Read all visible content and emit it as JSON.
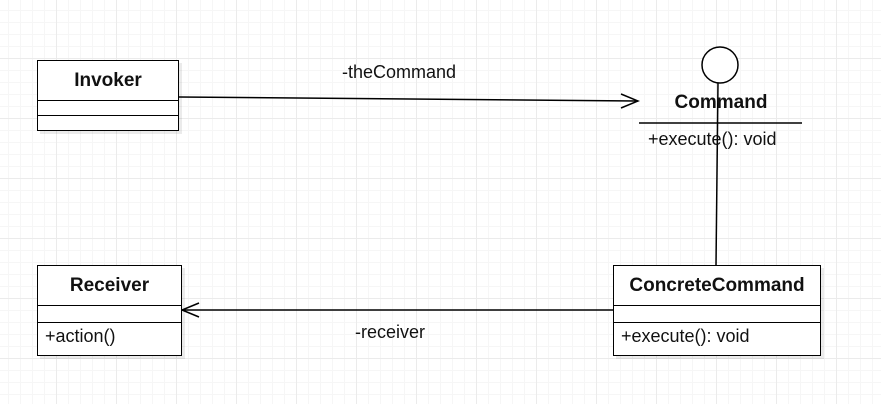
{
  "classes": {
    "invoker": {
      "name": "Invoker"
    },
    "receiver": {
      "name": "Receiver",
      "operation": "+action()"
    },
    "concrete_command": {
      "name": "ConcreteCommand",
      "operation": "+execute(): void"
    },
    "command": {
      "name": "Command",
      "operation": "+execute(): void"
    }
  },
  "associations": {
    "invoker_command": "-theCommand",
    "concrete_receiver": "-receiver"
  }
}
